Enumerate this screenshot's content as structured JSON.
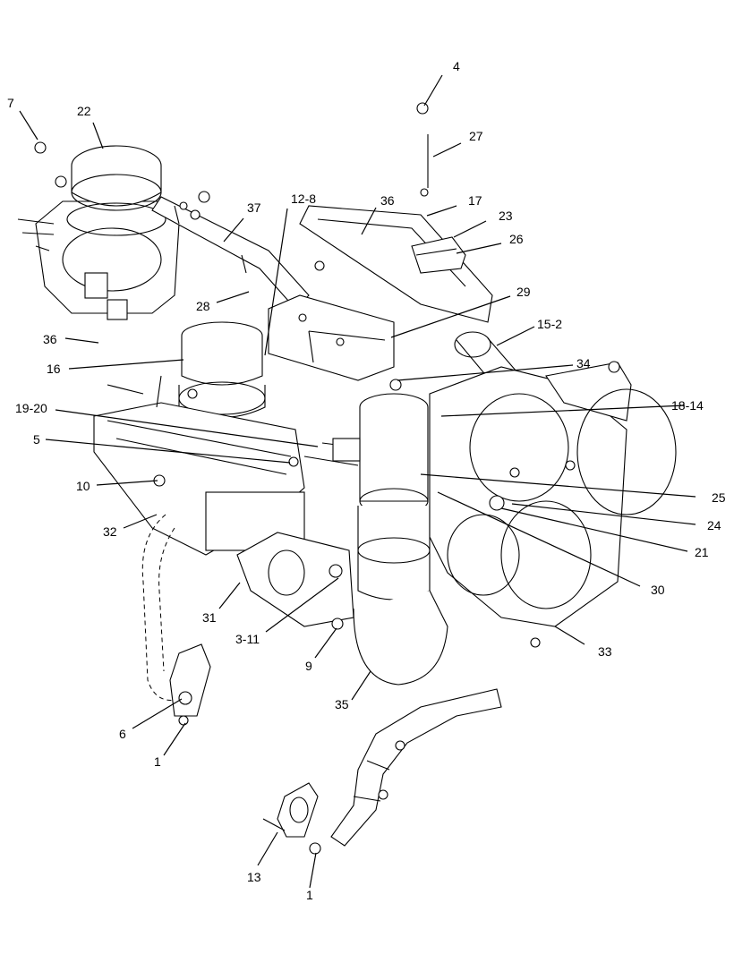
{
  "callouts": {
    "c4": "4",
    "c27": "27",
    "c17": "17",
    "c23": "23",
    "c26": "26",
    "c7": "7",
    "c22": "22",
    "c37": "37",
    "c12_8": "12-8",
    "c36a": "36",
    "c28": "28",
    "c29": "29",
    "c15_2": "15-2",
    "c36b": "36",
    "c16": "16",
    "c34": "34",
    "c19_20": "19-20",
    "c18_14": "18-14",
    "c5": "5",
    "c25": "25",
    "c10": "10",
    "c24": "24",
    "c32": "32",
    "c21": "21",
    "c30": "30",
    "c31": "31",
    "c3_11": "3-11",
    "c33": "33",
    "c9": "9",
    "c35": "35",
    "c6": "6",
    "c1a": "1",
    "c13": "13",
    "c1b": "1"
  }
}
